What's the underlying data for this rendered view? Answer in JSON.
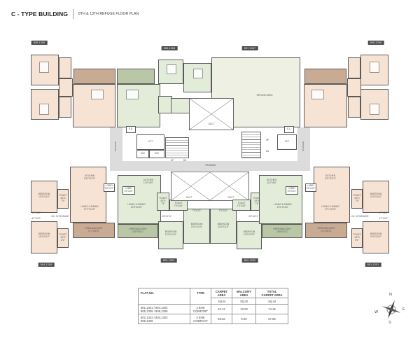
{
  "header": {
    "title": "C - TYPE BUILDING",
    "subtitle": "8TH & 13TH REFUGE FLOOR PLAN"
  },
  "flat_tags": {
    "top_left": "805,1305",
    "top_mid_left": "806,1306",
    "top_mid_right": "807,1307",
    "top_right": "808,1308",
    "bottom_left": "804,1304",
    "bottom_mid_left": "803,1303",
    "bottom_mid_right": "802,1302",
    "bottom_right": "801,1301"
  },
  "areas": {
    "refuge": "REFUGE AREA",
    "duct_top": "DUCT",
    "duct_bottom_left": "DUCT",
    "duct_bottom_right": "DUCT",
    "passage_center": "PASSAGE",
    "passage_left": "PASSAGE",
    "passage_right": "PASSAGE",
    "lift_left": "LIFT",
    "lift_right": "LIFT",
    "shaft_1": "SHC",
    "shaft_2": "SHC",
    "up_left": "UP",
    "dn_left": "DN",
    "up_right": "UP",
    "dn_right": "DN",
    "ee_top": "E.E.",
    "el_right": "E.L."
  },
  "rooms": {
    "bl_kitchen": "KITCHEN\n8'11\"X11'0\"",
    "bl_living": "LIVING & DINING\n17'1\"X10'0\"",
    "bl_bed1": "BEDROOM\n10'0\"X11'0\"",
    "bl_bed2": "BEDROOM\n10'0\"X11'0\"",
    "bl_toilet1": "TOILET\n4'5\"X\n7'9\"",
    "bl_toilet2": "TOILET\n4'5\"X\n8'0\"",
    "bl_passage": "L/D. M PASSAGE",
    "bl_balcony": "OPEN BALCONY\n17'1\"X5'11\"",
    "bl_lobby": "LOBBY\n3'5\"X4'0\"",
    "bl_wb1": "4'7\"X2'0\"",
    "bl_wb2": "4'7\"X2'0\"",
    "bml_kitchen": "KITCHEN\n11'0\"X8'0\"",
    "bml_living": "LIVING & DINING\n10'0\"X15'0\"",
    "bml_balcony": "OPEN BALCONY\n15'5\"X5'11\"",
    "bml_bed1": "BEDROOM\n10'0\"X10'0\"",
    "bml_bed2": "BEDROOM\n10'0\"X11'5\"",
    "bml_toilet1": "TOILET\n4'5\"X\n7'6\"",
    "bml_toilet2": "TOILET\n7'5\"X4'5\"",
    "bml_pass": "4'6\"X4'11\"",
    "bml_lobby": "LOBBY\n3'5\"X4'0\"",
    "bml_wb": "7'5\"X2'0\"",
    "bmr_kitchen": "KITCHEN\n11'0\"X8'0\"",
    "bmr_living": "LIVING & DINING\n10'0\"X15'0\"",
    "bmr_balcony": "OPEN BALCONY\n15'5\"X5'11\"",
    "bmr_bed1": "BEDROOM\n10'0\"X10'0\"",
    "bmr_bed2": "BEDROOM\n10'0\"X11'5\"",
    "bmr_toilet1": "TOILET\n4'5\"X\n7'6\"",
    "bmr_toilet2": "TOILET\n7'5\"X4'5\"",
    "bmr_pass": "4'6\"X4'11\"",
    "bmr_lobby": "LOBBY\n3'5\"X4'0\"",
    "bmr_wb": "7'5\"X2'0\"",
    "br_kitchen": "KITCHEN\n8'11\"X11'0\"",
    "br_living": "LIVING & DINING\n17'1\"X10'0\"",
    "br_bed1": "BEDROOM\n10'0\"X11'0\"",
    "br_bed2": "BEDROOM\n10'0\"X11'0\"",
    "br_toilet1": "TOILET\n4'5\"X\n7'9\"",
    "br_toilet2": "TOILET\n4'5\"X\n8'0\"",
    "br_passage": "L/D. M PASSAGE",
    "br_balcony": "OPEN BALCONY\n17'1\"X5'11\"",
    "br_lobby": "LOBBY\n3'5\"X4'0\"",
    "br_wb1": "4'7\"X2'0\"",
    "br_wb2": "4'7\"X2'0\""
  },
  "table": {
    "headers": {
      "flat_no": "FLAT NO.",
      "type": "TYPE",
      "carpet": "CARPET\nAREA",
      "balcony": "BALCONY\nAREA",
      "total": "TOTAL\nCARPET AREA"
    },
    "units": {
      "carpet": "SQ.M",
      "balcony": "SQ.M",
      "total": "SQ.M"
    },
    "rows": [
      {
        "flat_no": "801,1301 / 804,1304\n805,1305 / 808,1308",
        "type": "2 BHK\nCOMFORT",
        "carpet": "64.12",
        "balcony": "10.03",
        "total": "74.15"
      },
      {
        "flat_no": "802,1302 / 803,1303\n806,1306",
        "type": "2 BHK\nCOMPACT",
        "carpet": "58.83",
        "balcony": "9.06",
        "total": "67.89"
      }
    ]
  },
  "compass": {
    "n": "N",
    "s": "S",
    "e": "E",
    "w": "W"
  },
  "colors": {
    "comfort_fill": "#f7e3d3",
    "compact_fill": "#e3ecd9",
    "comfort_balcony": "#c9ab94",
    "compact_balcony": "#b9c7a6",
    "refuge_fill": "#eef0e4",
    "passage_fill": "#d9d9d9",
    "wall": "#555555",
    "tag_bg": "#4e4e4e"
  }
}
